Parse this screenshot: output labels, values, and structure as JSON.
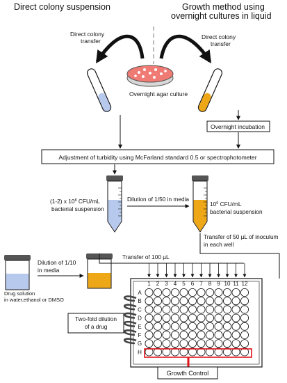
{
  "headings": {
    "left": "Direct colony suspension",
    "right_line1": "Growth method using",
    "right_line2": "overnight cultures in liquid"
  },
  "transfer_labels": {
    "left_line1": "Direct colony",
    "left_line2": "transfer",
    "right_line1": "Direct colony",
    "right_line2": "transfer"
  },
  "agar_label": "Overnight agar culture",
  "boxes": {
    "overnight_incubation": "Overnight incubation",
    "adjustment": "Adjustment of turbidity using McFarland standard 0.5 or spectrophotometer",
    "two_fold_line1": "Two-fold dilution",
    "two_fold_line2": "of a drug",
    "growth_control": "Growth Control"
  },
  "suspensions": {
    "left_conc_prefix": "(1-2) x 10",
    "left_conc_exp": "8",
    "left_conc_suffix": " CFU/mL",
    "left_line2": "bacterial suspension",
    "right_conc_prefix": "10",
    "right_conc_exp": "6",
    "right_conc_suffix": " CFU/mL",
    "right_line2": "bacterial suspension"
  },
  "dilutions": {
    "mid": "Dilution of 1/50 in media",
    "lower_line1": "Dilution of 1/10",
    "lower_line2": "in media"
  },
  "inoculum": {
    "line1": "Transfer of  50 µL of inoculum",
    "line2": "in each well"
  },
  "transfer_100": "Transfer of  100 µL",
  "drug_solution": {
    "line1": "Drug solution",
    "line2": "in water,ethanol or DMSO"
  },
  "plate": {
    "columns": [
      "1",
      "2",
      "3",
      "4",
      "5",
      "6",
      "7",
      "8",
      "9",
      "10",
      "11",
      "12"
    ],
    "rows": [
      "A",
      "B",
      "C",
      "D",
      "E",
      "F",
      "G",
      "H"
    ]
  },
  "colors": {
    "blue_liquid": "#b7c9ec",
    "orange_liquid": "#eea817",
    "agar": "#f07a74",
    "growth_control_box": "#e3141b",
    "cap": "#555555"
  }
}
